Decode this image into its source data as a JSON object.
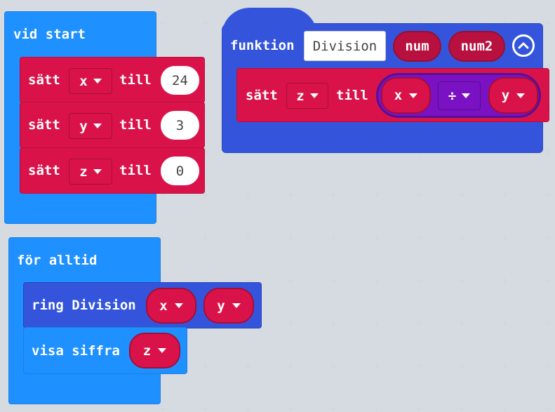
{
  "on_start": {
    "label": "vid start",
    "statements": [
      {
        "keyword": "sätt",
        "variable": "x",
        "to": "till",
        "value": "24"
      },
      {
        "keyword": "sätt",
        "variable": "y",
        "to": "till",
        "value": "3"
      },
      {
        "keyword": "sätt",
        "variable": "z",
        "to": "till",
        "value": "0"
      }
    ]
  },
  "function_def": {
    "keyword": "funktion",
    "name": "Division",
    "params": [
      "num",
      "num2"
    ],
    "statement": {
      "keyword": "sätt",
      "variable": "z",
      "to": "till",
      "left": "x",
      "operator": "÷",
      "right": "y"
    }
  },
  "forever": {
    "label": "för alltid",
    "call": {
      "label": "ring Division",
      "args": [
        "x",
        "y"
      ]
    },
    "show": {
      "label": "visa siffra",
      "arg": "z"
    }
  },
  "colors": {
    "event": "#1e90ff",
    "function": "#3455db",
    "variables": "#d9134a",
    "math": "#7a12c4"
  }
}
